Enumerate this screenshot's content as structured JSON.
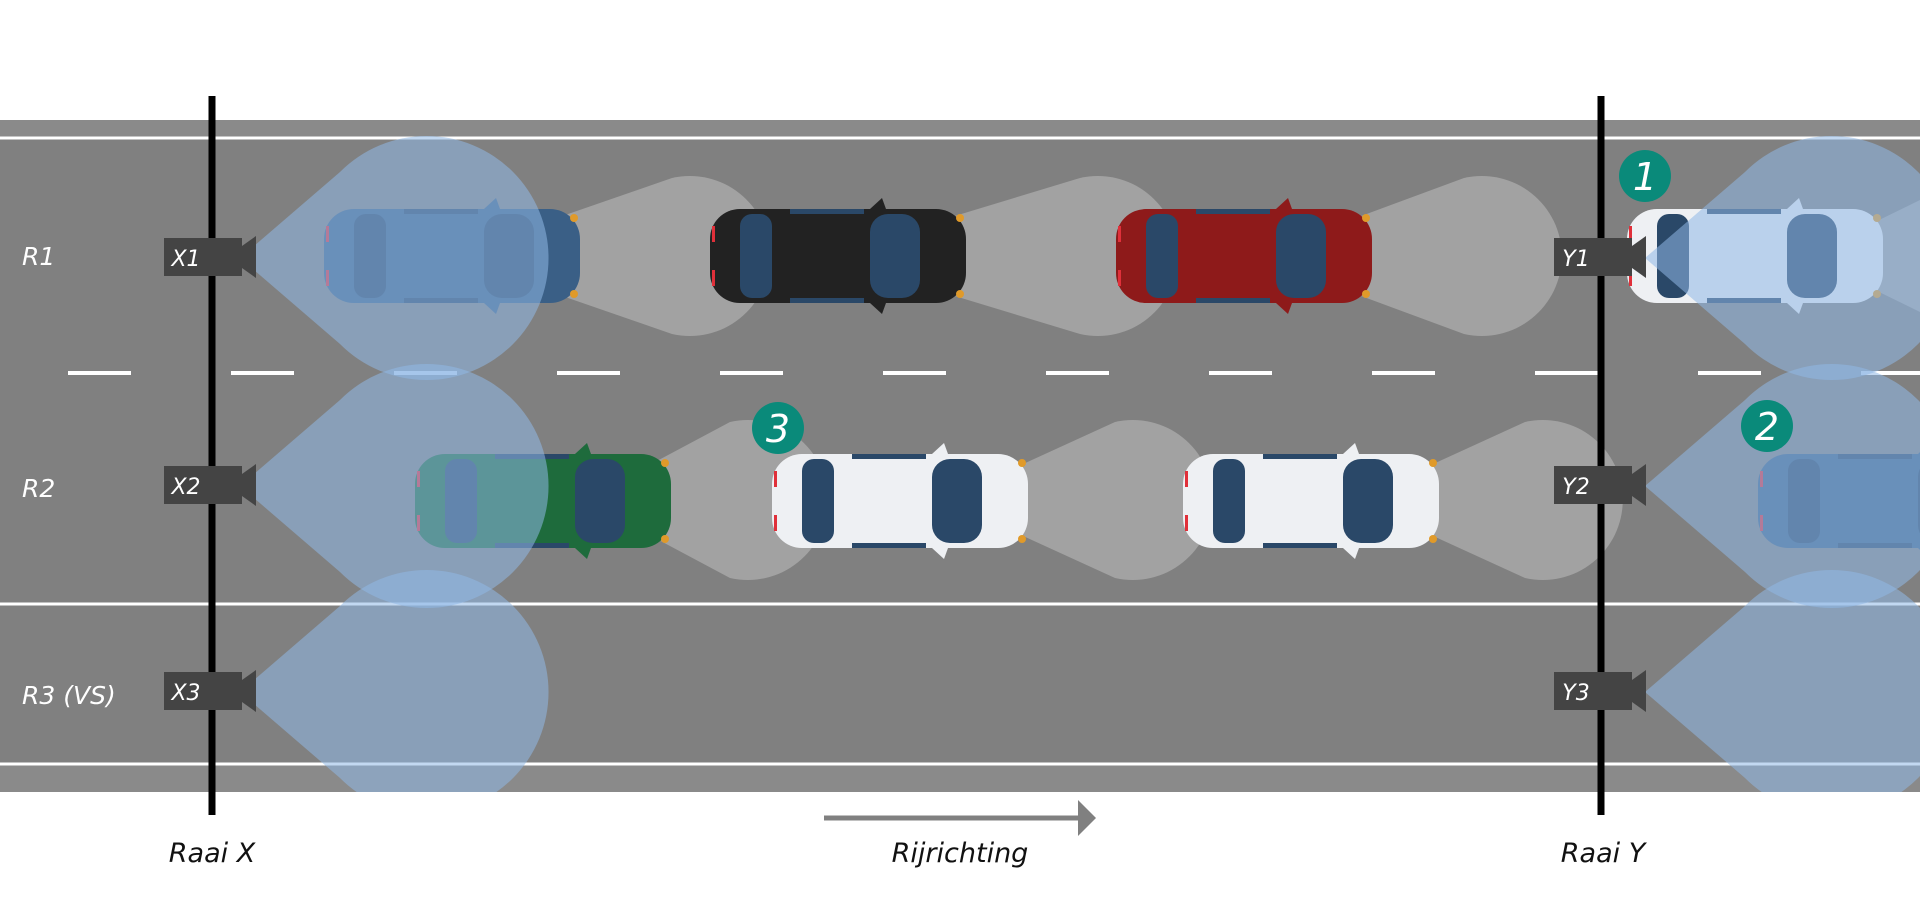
{
  "lanes": [
    {
      "id": "r1",
      "label": "R1"
    },
    {
      "id": "r2",
      "label": "R2"
    },
    {
      "id": "r3",
      "label": "R3 (VS)"
    }
  ],
  "cameras": {
    "x": [
      "X1",
      "X2",
      "X3"
    ],
    "y": [
      "Y1",
      "Y2",
      "Y3"
    ]
  },
  "gates": {
    "x": "Raai X",
    "y": "Raai Y"
  },
  "direction_label": "Rijrichting",
  "markers": [
    "1",
    "2",
    "3"
  ],
  "car_colors": {
    "blue": "#3a5f86",
    "black": "#222222",
    "red": "#8e1a1a",
    "green": "#1e6b3c",
    "white": "#eef0f3"
  },
  "colors": {
    "road": "#808080",
    "marker": "#0a8a7a",
    "camera": "#444444",
    "detection_zone": "#8fb8e6"
  }
}
